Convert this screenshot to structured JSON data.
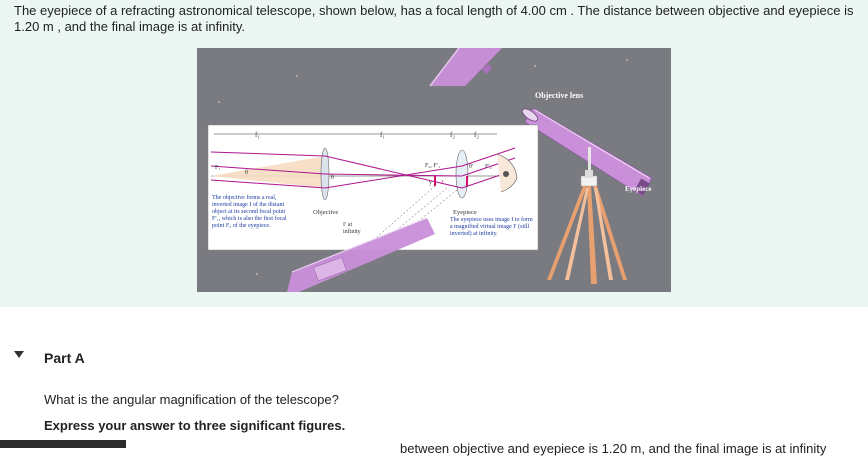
{
  "problem": {
    "text": "The eyepiece of a refracting astronomical telescope, shown below, has a focal length of 4.00 cm . The distance between objective and eyepiece is 1.20 m , and the final image is at infinity."
  },
  "figure": {
    "objective_lens_label": "Objective lens",
    "eyepiece_label": "Eyepiece",
    "f1_label": "f₁",
    "f2_label": "f₂",
    "F1_label": "F₁",
    "F2F1p_label": "F₂, F′₁",
    "F2p_label": "F′₂",
    "theta_label": "θ",
    "theta_prime_label": "θ′",
    "image_label": "I",
    "y_label": "y",
    "objective_label": "Objective",
    "objective_caption": [
      "The objective forms a real,",
      "inverted image I of the distant",
      "object at its second focal point",
      "F′₁, which is also the first focal",
      "point F₂ of the eyepiece."
    ],
    "eyepiece_inset_label": "Eyepiece",
    "eyepiece_caption": [
      "The eyepiece uses image I to form",
      "a magnified virtual image I′ (still",
      "inverted) at infinity."
    ],
    "infinity_label": [
      "I′ at",
      "infinity"
    ]
  },
  "part": {
    "title": "Part A",
    "question": "What is the angular magnification of the telescope?",
    "instruction": "Express your answer to three significant figures."
  },
  "footer": {
    "cut_text": "between objective and eyepiece is 1.20 m, and the final image is at infinity"
  },
  "colors": {
    "panel": "#ecf6f3",
    "photo_bg": "#7a7b80",
    "tube": "#c68ed6",
    "ray": "#b0158f"
  }
}
